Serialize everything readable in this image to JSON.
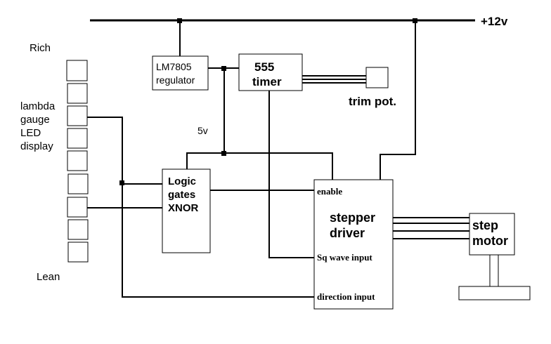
{
  "labels": {
    "supply": "+12v",
    "rich": "Rich",
    "lean": "Lean",
    "led_display": [
      "lambda",
      "gauge",
      "LED",
      "display"
    ],
    "regulator": [
      "LM7805",
      "regulator"
    ],
    "timer": [
      "555",
      "timer"
    ],
    "trim_pot": "trim pot.",
    "five_volt": "5v",
    "logic_gates": [
      "Logic",
      "gates",
      "XNOR"
    ],
    "stepper_driver": [
      "stepper",
      "driver"
    ],
    "enable": "enable",
    "sq_wave": "Sq wave input",
    "direction": "direction input",
    "step_motor": [
      "step",
      "motor"
    ]
  },
  "led_count": 9
}
